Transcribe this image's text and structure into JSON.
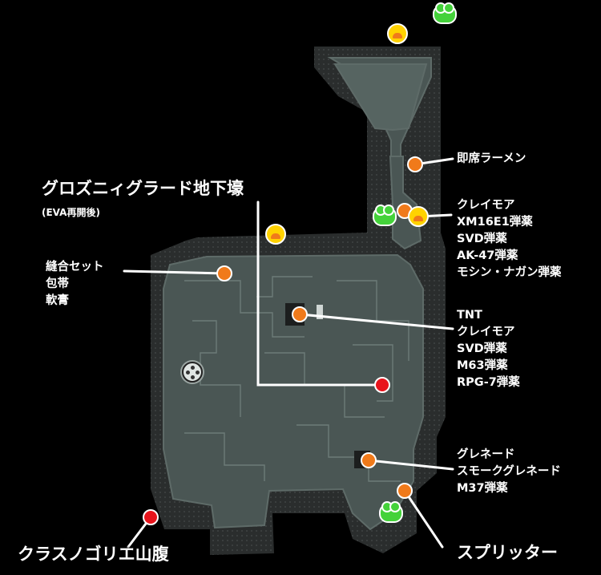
{
  "map": {
    "title": "グロズニィグラード地下壕",
    "subtitle": "(EVA再開後)"
  },
  "labels": {
    "ramen": "即席ラーメン",
    "right_upper": "クレイモア\nXM16E1弾薬\nSVD弾薬\nAK-47弾薬\nモシン・ナガン弾薬",
    "left_top": "縫合セット\n包帯\n軟膏",
    "center": "TNT\nクレイモア\nSVD弾薬\nM63弾薬\nRPG-7弾薬",
    "right_lower": "グレネード\nスモークグレネード\nM37弾薬",
    "exit_west": "クラスノゴリエ山腹",
    "boss": "スプリッター"
  },
  "colors": {
    "background": "#000000",
    "floor": "#4a5654",
    "wall": "#262929",
    "item_marker": "#f07a1a",
    "exit_marker": "#e8141c",
    "food_marker": "#ffd200",
    "frog_marker": "#44d23a"
  },
  "icons": [
    "ramen-icon",
    "frog-icon",
    "manhole-icon",
    "item-marker",
    "exit-marker"
  ]
}
